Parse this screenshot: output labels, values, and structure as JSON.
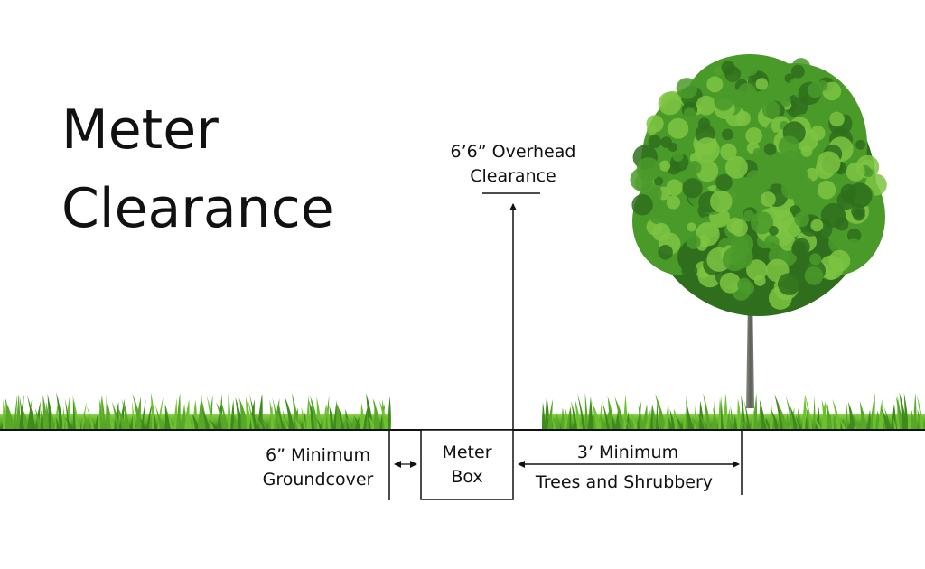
{
  "title": {
    "line1": "Meter",
    "line2": "Clearance"
  },
  "labels": {
    "overhead_line1": "6’6” Overhead",
    "overhead_line2": "Clearance",
    "groundcover_line1": "6” Minimum",
    "groundcover_line2": "Groundcover",
    "meter_line1": "Meter",
    "meter_line2": "Box",
    "trees_line1": "3’ Minimum",
    "trees_line2": "Trees and Shrubbery"
  },
  "colors": {
    "grass_dark": "#3f8a1e",
    "grass_light": "#6cc12e",
    "foliage_dark": "#2e6e1c",
    "foliage_mid": "#4a9a2a",
    "foliage_light": "#7cc442",
    "trunk": "#6b6e64",
    "line": "#111111"
  }
}
